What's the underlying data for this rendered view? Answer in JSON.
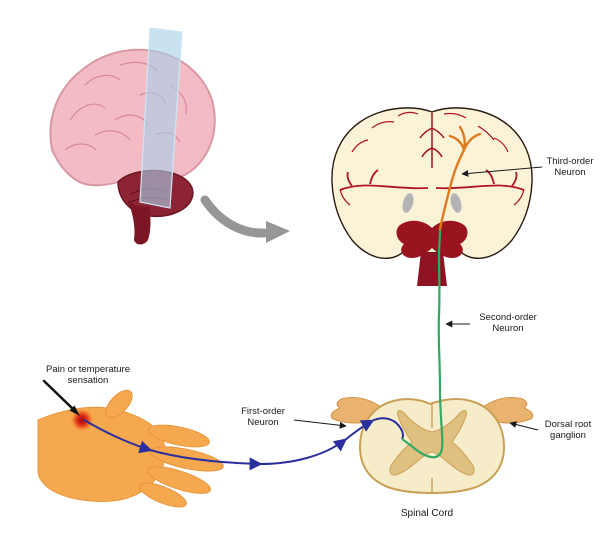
{
  "figure": {
    "description": "Pain and temperature (spinothalamic) pathway from hand to brain"
  },
  "labels": {
    "sensation": {
      "line1": "Pain or temperature",
      "line2": "sensation"
    },
    "first_order": {
      "line1": "First-order",
      "line2": "Neuron"
    },
    "second_order": {
      "line1": "Second-order",
      "line2": "Neuron"
    },
    "third_order": {
      "line1": "Third-order",
      "line2": "Neuron"
    },
    "dorsal_root_ganglion": {
      "line1": "Dorsal root",
      "line2": "ganglion"
    },
    "spinal_cord": "Spinal Cord"
  },
  "colors": {
    "first_order_neuron": "#2b2f9e",
    "second_order_neuron": "#2fa963",
    "third_order_neuron": "#e0791c",
    "cerebrum_pink": "#f3bcc4",
    "cerebrum_outline": "#d898a4",
    "gyri_pink": "#d88a9a",
    "cerebellum_red": "#8c2433",
    "brainstem_red": "#7c1624",
    "section_plane_blue": "#a8d0ea",
    "arrow_gray": "#969696",
    "coronal_cream": "#fbf3d8",
    "coronal_outline": "#2a1a10",
    "artery_red": "#b01425",
    "deep_nuclei_red": "#9a1420",
    "ventricle_gray": "#b4b4b4",
    "spinal_white_matter": "#f7ecca",
    "spinal_gray_matter": "#e0c080",
    "spinal_outline": "#c9a055",
    "nerve_root_tan": "#e9b26e",
    "nerve_root_outline": "#d49448",
    "hand_skin": "#f6a84e",
    "hand_outline": "#e8953c",
    "pain_spot_red": "#c41818",
    "label_text": "#1a1a1a"
  }
}
